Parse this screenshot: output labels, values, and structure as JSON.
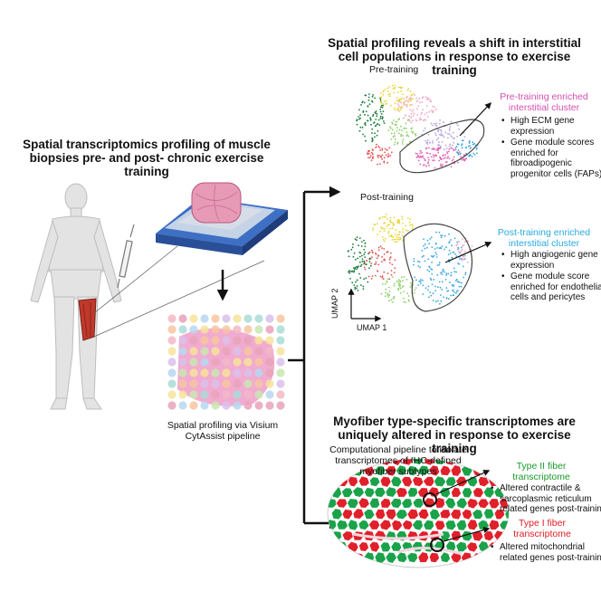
{
  "left": {
    "title": "Spatial transcriptomics profiling of muscle biopsies pre- and post- chronic exercise training",
    "pipeline_caption": "Spatial profiling via Visium CytAssist pipeline"
  },
  "top_right": {
    "title": "Spatial profiling reveals a shift in interstitial cell populations in response to exercise training",
    "pre_label": "Pre-training",
    "post_label": "Post-training",
    "pre_cluster_label": "Pre-training enriched interstitial cluster",
    "pre_bullets": [
      "High ECM gene expression",
      "Gene module scores enriched for fibroadipogenic progenitor cells (FAPs)"
    ],
    "post_cluster_label": "Post-training enriched interstitial cluster",
    "post_bullets": [
      "High angiogenic gene expression",
      "Gene module score enriched for endothelial cells and pericytes"
    ],
    "umap1": "UMAP 1",
    "umap2": "UMAP 2"
  },
  "bottom_right": {
    "title": "Myofiber type-specific transcriptomes are uniquely altered in response to exercise training",
    "pipeline_text": "Computational pipeline to isolate transcriptomes of IHC-defined myofiber subtypes",
    "type2_label": "Type II fiber transcriptome",
    "type2_bullets": [
      "Altered contractile & sarcoplasmic reticulum related genes post-training"
    ],
    "type1_label": "Type I fiber transcriptome",
    "type1_bullets": [
      "Altered mitochondrial related genes post-training"
    ]
  },
  "colors": {
    "pink": "#d44fb0",
    "blue": "#2aa9e0",
    "green": "#1a9a2a",
    "red": "#e31b23",
    "slide_blue": "#3d6fc4"
  }
}
